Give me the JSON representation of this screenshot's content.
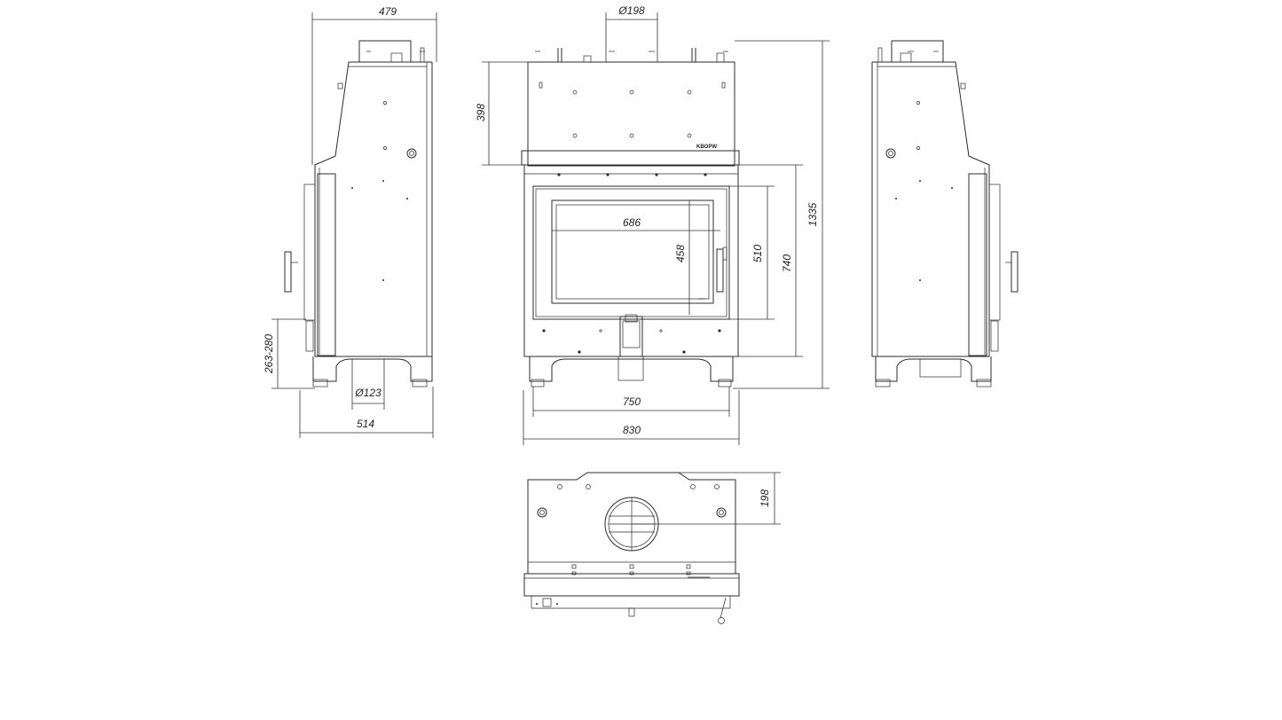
{
  "dimensions": {
    "side_depth_top": "479",
    "side_depth_bottom": "514",
    "side_feet_height": "263-280",
    "side_outlet_diameter": "Ø123",
    "front_flue_diameter": "Ø198",
    "front_upper_height": "398",
    "front_total_height": "1335",
    "front_body_height": "740",
    "front_door_height": "510",
    "front_glass_height": "458",
    "front_glass_width": "686",
    "front_inner_width": "750",
    "front_total_width": "830",
    "top_flue_offset": "198"
  },
  "brand_plate": "KBOPW"
}
